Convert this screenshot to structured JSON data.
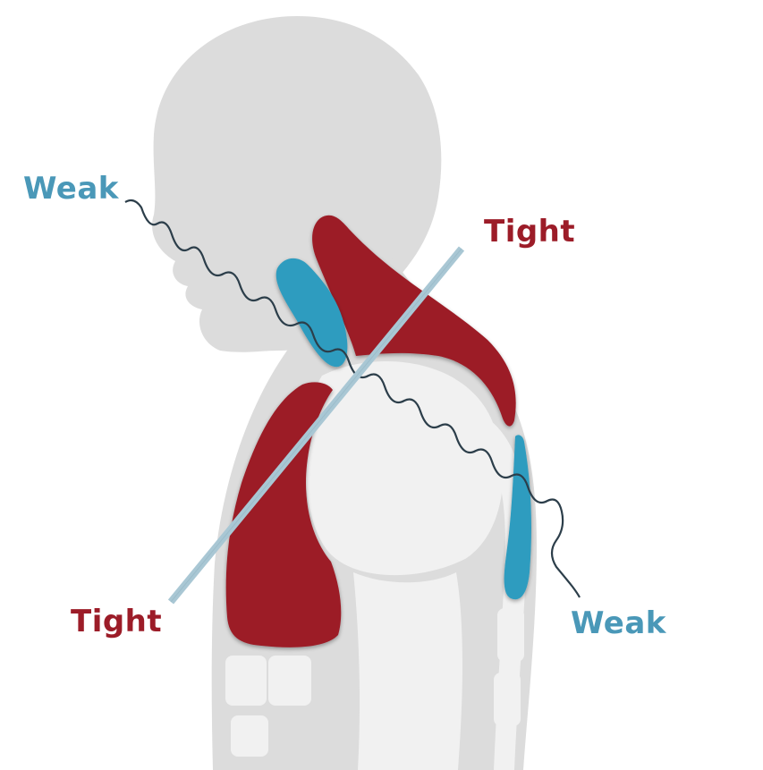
{
  "labels": {
    "weak_top": "Weak",
    "tight_top": "Tight",
    "tight_bottom": "Tight",
    "weak_bottom": "Weak"
  },
  "colors": {
    "tight": "#9c1c28",
    "weak": "#2e9cbf",
    "weak_text": "#4a98b8",
    "body": "#dcdcdc",
    "skeleton": "#f1f1f1",
    "line": "#a9c7d4"
  }
}
